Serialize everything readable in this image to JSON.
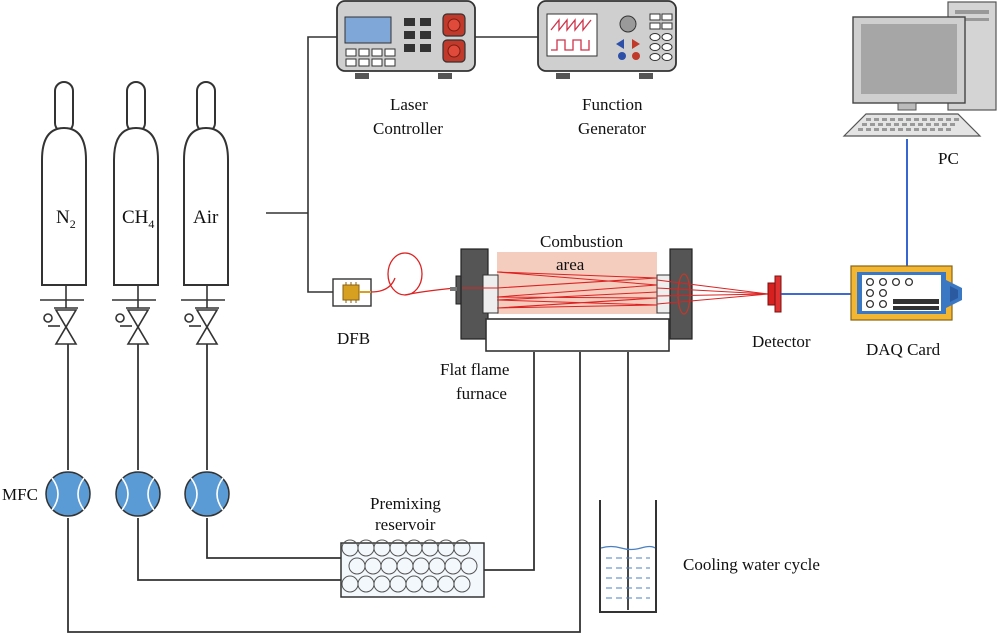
{
  "labels": {
    "laser_controller_line1": "Laser",
    "laser_controller_line2": "Controller",
    "function_generator_line1": "Function",
    "function_generator_line2": "Generator",
    "pc": "PC",
    "combustion_line1": "Combustion",
    "combustion_line2": "area",
    "dfb": "DFB",
    "detector": "Detector",
    "daq_card": "DAQ Card",
    "furnace_line1": "Flat flame",
    "furnace_line2": "furnace",
    "mfc": "MFC",
    "premixing_line1": "Premixing",
    "premixing_line2": "reservoir",
    "cooling": "Cooling water cycle"
  },
  "cylinders": [
    {
      "name": "N",
      "subscript": "2"
    },
    {
      "name": "CH",
      "subscript": "4"
    },
    {
      "name": "Air",
      "subscript": ""
    }
  ],
  "colors": {
    "line": "#333333",
    "signal_line": "#2255cc",
    "mfc_fill": "#5b9bd5",
    "laser_beam": "#dd2222",
    "combustion_zone": "#f4c8b8",
    "daq_frame": "#f2b632",
    "daq_body": "#3b78c4",
    "detector": "#d62020",
    "dfb_chip": "#d8a020",
    "device_body": "#cfcfcf",
    "screen": "#7fa8d8"
  }
}
